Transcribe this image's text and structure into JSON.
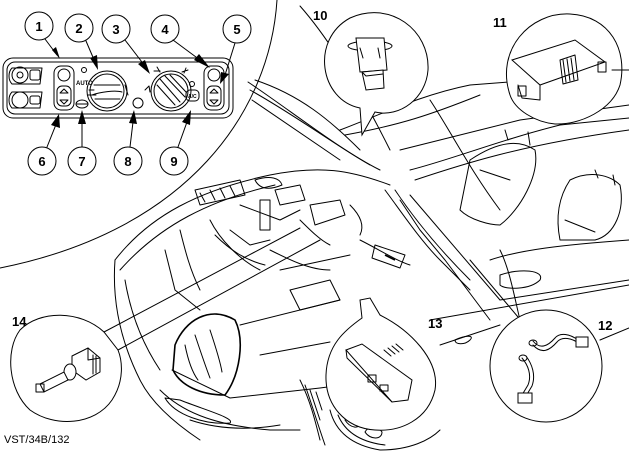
{
  "diagram": {
    "reference_code": "VST/34B/132",
    "panel_labels": {
      "auto": "AUTO",
      "a_c": "A/C"
    },
    "control_panel_callouts": [
      {
        "number": "1"
      },
      {
        "number": "2"
      },
      {
        "number": "3"
      },
      {
        "number": "4"
      },
      {
        "number": "5"
      },
      {
        "number": "6"
      },
      {
        "number": "7"
      },
      {
        "number": "8"
      },
      {
        "number": "9"
      }
    ],
    "component_callouts": [
      {
        "number": "10",
        "component": "sensor-plug"
      },
      {
        "number": "11",
        "component": "module-housing"
      },
      {
        "number": "12",
        "component": "harness-leads"
      },
      {
        "number": "13",
        "component": "connector-block"
      },
      {
        "number": "14",
        "component": "temperature-sensor"
      }
    ]
  }
}
